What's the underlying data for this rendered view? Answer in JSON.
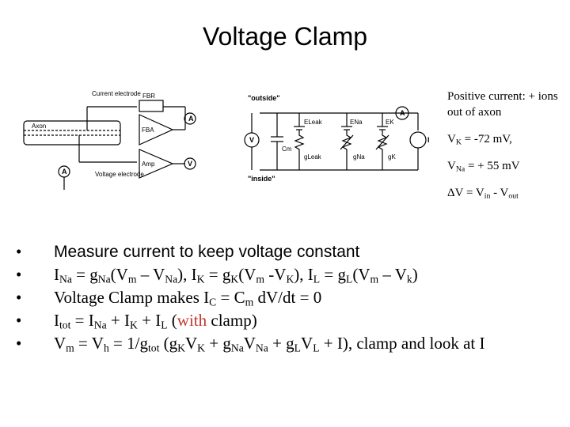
{
  "title": "Voltage Clamp",
  "figure": {
    "labels": {
      "current_electrode": "Current electrode",
      "axon": "Axon",
      "voltage_electrode": "Voltage electrode",
      "fbr": "FBR",
      "fba": "FBA",
      "amp": "Amp",
      "outside": "\"outside\"",
      "inside": "\"inside\"",
      "v": "V",
      "a": "A",
      "i": "I",
      "cm": "Cm",
      "gleak": "gLeak",
      "gna": "gNa",
      "gk": "gK",
      "eleak": "ELeak",
      "ena": "ENa",
      "ek": "EK"
    }
  },
  "notes": {
    "positive_current": "Positive current: + ions out of axon",
    "vk": {
      "pre": "V",
      "sub": "K",
      "post": " = -72 mV,"
    },
    "vna": {
      "pre": "V",
      "sub": "Na",
      "post": " = + 55 mV"
    },
    "dv": {
      "pre": "ΔV = V",
      "sub1": "in",
      "mid": " - V",
      "sub2": "out"
    }
  },
  "bullets": {
    "b1": "Measure current to keep voltage constant",
    "b2": {
      "p1": "I",
      "s1": "Na",
      "p2": " = g",
      "s2": "Na",
      "p3": "(V",
      "s3": "m",
      "p4": " – V",
      "s4": "Na",
      "p5": "), I",
      "s5": "K",
      "p6": " = g",
      "s6": "K",
      "p7": "(V",
      "s7": "m",
      "p8": " -V",
      "s8": "K",
      "p9": "), I",
      "s9": "L",
      "p10": " = g",
      "s10": "L",
      "p11": "(V",
      "s11": "m",
      "p12": " – V",
      "s12": "k",
      "p13": ")"
    },
    "b3": {
      "p1": "Voltage Clamp makes I",
      "s1": "C",
      "p2": " = C",
      "s2": "m",
      "p3": " dV/dt = 0"
    },
    "b4": {
      "p1": "I",
      "s1": "tot",
      "p2": " = I",
      "s2": "Na",
      "p3": " + I",
      "s3": "K",
      "p4": " + I",
      "s4": "L",
      "p5": " (",
      "red": "with",
      "p6": " clamp)"
    },
    "b5": {
      "p1": "V",
      "s1": "m",
      "p2": " = V",
      "s2": "h",
      "p3": " = 1/g",
      "s3": "tot",
      "p4": " (g",
      "s4": "K",
      "p5": "V",
      "s5": "K",
      "p6": " + g",
      "s6": "Na",
      "p7": "V",
      "s7": "Na",
      "p8": " + g",
      "s8": "L",
      "p9": "V",
      "s9": "L",
      "p10": " + I), clamp and look at I"
    }
  },
  "bullet_symbol": "•",
  "colors": {
    "highlight": "#c0352a"
  }
}
